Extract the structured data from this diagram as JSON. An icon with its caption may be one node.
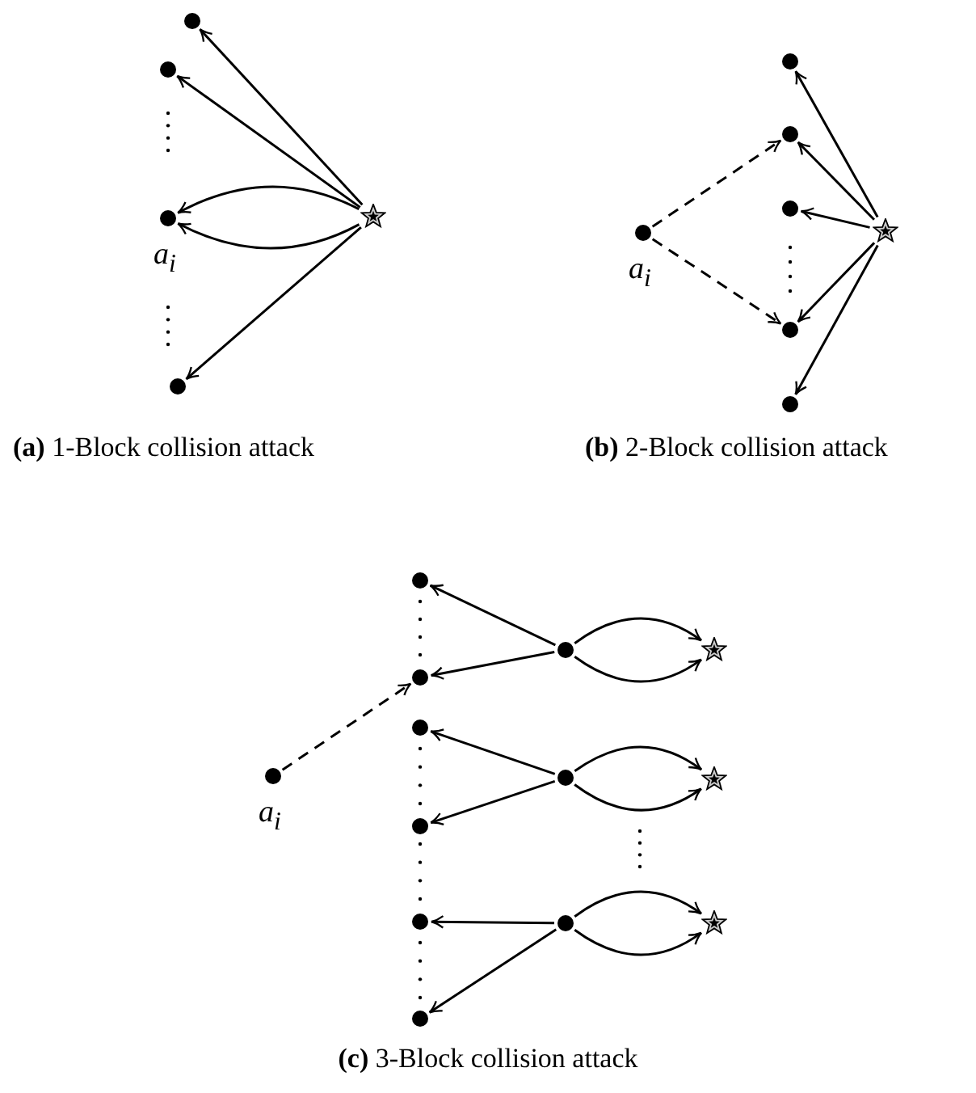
{
  "diagram": {
    "nodes": [
      {
        "text": [],
        "shape": "circle"
      },
      {
        "text": [],
        "shape": "circle"
      },
      {
        "text": [],
        "shape": "circle",
        "beside": [
          "a$_{i}$"
        ]
      },
      {
        "text": [],
        "shape": "circle"
      },
      {
        "text": [],
        "shape": "star"
      },
      {
        "text": [],
        "shape": "circle",
        "beside": [
          "a$_{i}$"
        ]
      },
      {
        "text": [],
        "shape": "circle"
      },
      {
        "text": [],
        "shape": "circle"
      },
      {
        "text": [],
        "shape": "circle"
      },
      {
        "text": [],
        "shape": "circle"
      },
      {
        "text": [],
        "shape": "circle"
      },
      {
        "text": [],
        "shape": "star"
      },
      {
        "text": [],
        "shape": "circle",
        "beside": [
          "a$_{i}$"
        ]
      },
      {
        "text": [],
        "shape": "circle"
      },
      {
        "text": [],
        "shape": "circle"
      },
      {
        "text": [],
        "shape": "circle"
      },
      {
        "text": [],
        "shape": "circle"
      },
      {
        "text": [],
        "shape": "circle"
      },
      {
        "text": [],
        "shape": "circle"
      },
      {
        "text": [],
        "shape": "circle"
      },
      {
        "text": [],
        "shape": "circle"
      },
      {
        "text": [],
        "shape": "circle"
      },
      {
        "text": [],
        "shape": "star"
      },
      {
        "text": [],
        "shape": "star"
      },
      {
        "text": [],
        "shape": "star"
      }
    ],
    "edges": [
      {
        "from": 4,
        "to": 0,
        "arrow": "to"
      },
      {
        "from": 4,
        "to": 1,
        "arrow": "to"
      },
      {
        "from": 4,
        "to": 2,
        "arrow": "to"
      },
      {
        "from": 4,
        "to": 2,
        "arrow": "to"
      },
      {
        "from": 4,
        "to": 3,
        "arrow": "to"
      },
      {
        "from": 5,
        "to": 7,
        "arrow": "to",
        "style": "dashed"
      },
      {
        "from": 5,
        "to": 9,
        "arrow": "to",
        "style": "dashed"
      },
      {
        "from": 11,
        "to": 6,
        "arrow": "to"
      },
      {
        "from": 11,
        "to": 7,
        "arrow": "to"
      },
      {
        "from": 11,
        "to": 8,
        "arrow": "to"
      },
      {
        "from": 11,
        "to": 9,
        "arrow": "to"
      },
      {
        "from": 11,
        "to": 10,
        "arrow": "to"
      },
      {
        "from": 12,
        "to": 14,
        "arrow": "to",
        "style": "dashed"
      },
      {
        "from": 19,
        "to": 13,
        "arrow": "to"
      },
      {
        "from": 19,
        "to": 14,
        "arrow": "to"
      },
      {
        "from": 19,
        "to": 22,
        "arrow": "to"
      },
      {
        "from": 19,
        "to": 22,
        "arrow": "to"
      },
      {
        "from": 20,
        "to": 15,
        "arrow": "to"
      },
      {
        "from": 20,
        "to": 16,
        "arrow": "to"
      },
      {
        "from": 20,
        "to": 23,
        "arrow": "to"
      },
      {
        "from": 20,
        "to": 23,
        "arrow": "to"
      },
      {
        "from": 21,
        "to": 17,
        "arrow": "to"
      },
      {
        "from": 21,
        "to": 18,
        "arrow": "to"
      },
      {
        "from": 21,
        "to": 24,
        "arrow": "to"
      },
      {
        "from": 21,
        "to": 24,
        "arrow": "to"
      }
    ],
    "labels": [
      "**(a)** 1-Block collision attack",
      "**(b)** 2-Block collision attack",
      "**(c)** 3-Block collision attack"
    ]
  }
}
